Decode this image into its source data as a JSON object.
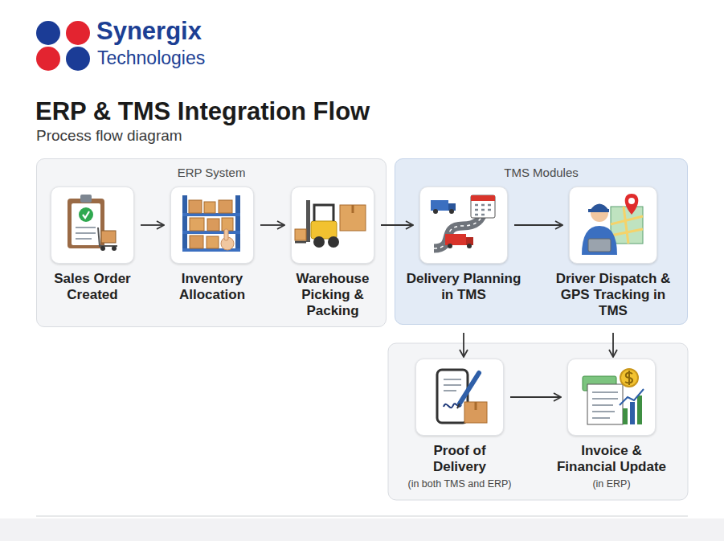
{
  "diagram": {
    "title": "ERP & TMS Integration Flow",
    "nodes": [
      {
        "text": [
          "ERP System"
        ]
      },
      {
        "text": [
          "Sales Order Created"
        ],
        "in": 0
      },
      {
        "text": [
          "Inventory Allocation"
        ],
        "in": 0
      },
      {
        "text": [
          "Warehouse Picking & Packing"
        ],
        "in": 0
      },
      {
        "text": [
          "TMS Modules"
        ]
      },
      {
        "text": [
          "Delivery Planning in TMS"
        ],
        "in": 4
      },
      {
        "text": [
          "Driver Dispatch & GPS Tracking in TMS"
        ],
        "in": 4
      },
      {
        "text": [
          "Proof of Delivery",
          "(in both TMS and ERP)"
        ]
      },
      {
        "text": [
          "Invoice & Financial Update",
          "(in ERP)"
        ]
      }
    ],
    "edges": [
      {
        "from": 1,
        "to": 2,
        "arrow": "to"
      },
      {
        "from": 2,
        "to": 3,
        "arrow": "to"
      },
      {
        "from": 3,
        "to": 5,
        "arrow": "to"
      },
      {
        "from": 5,
        "to": 6,
        "arrow": "to"
      },
      {
        "from": 5,
        "to": 7,
        "arrow": "to"
      },
      {
        "from": 6,
        "to": 8,
        "arrow": "to"
      },
      {
        "from": 7,
        "to": 8,
        "arrow": "to"
      }
    ],
    "labels": [
      "Synergix",
      "Technologies",
      "Process flow diagram"
    ]
  }
}
